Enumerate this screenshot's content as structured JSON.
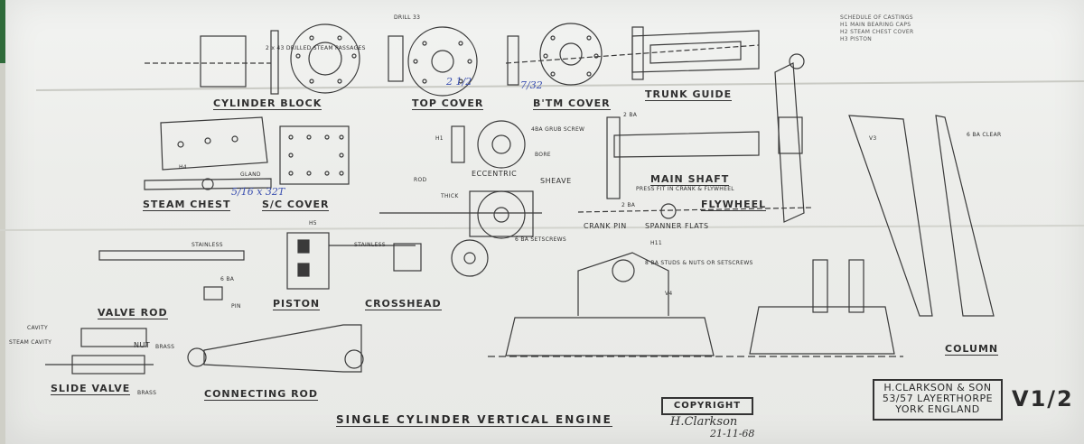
{
  "title_block": {
    "drawing_title": "SINGLE CYLINDER VERTICAL ENGINE",
    "copyright": "COPYRIGHT",
    "maker_line1": "H.CLARKSON & SON",
    "maker_line2": "53/57 LAYERTHORPE",
    "maker_line3": "YORK ENGLAND",
    "sheet_number": "V1/2",
    "signature": "H.Clarkson",
    "date": "21-11-68"
  },
  "schedule": {
    "line1": "SCHEDULE OF CASTINGS",
    "line2": "H1 MAIN BEARING CAPS",
    "line3": "H2 STEAM CHEST COVER",
    "line4": "H3 PISTON"
  },
  "parts": {
    "cylinder_block": "CYLINDER BLOCK",
    "top_cover": "TOP COVER",
    "btm_cover": "B'TM COVER",
    "trunk_guide": "TRUNK GUIDE",
    "steam_chest": "STEAM CHEST",
    "sc_cover": "S/C COVER",
    "eccentric": "ECCENTRIC",
    "sheave": "SHEAVE",
    "main_shaft": "MAIN SHAFT",
    "main_shaft_note": "PRESS FIT IN CRANK & FLYWHEEL",
    "flywheel": "FLYWHEEL",
    "crank_pin": "CRANK PIN",
    "spanner_flats": "SPANNER FLATS",
    "valve_rod": "VALVE ROD",
    "piston": "PISTON",
    "crosshead": "CROSSHEAD",
    "slide_valve": "SLIDE VALVE",
    "slide_valve_material": "BRASS",
    "connecting_rod": "CONNECTING ROD",
    "column": "COLUMN",
    "studs_note": "8 BA STUDS & NUTS OR SETSCREWS",
    "nut": "NUT",
    "nut_material": "BRASS",
    "cavity": "CAVITY",
    "steam_cavity": "STEAM CAVITY",
    "stainless_1": "STAINLESS",
    "stainless_2": "STAINLESS",
    "setscrews": "6 BA SETSCREWS",
    "grub_screw": "4BA GRUB SCREW",
    "rod": "ROD",
    "thick": "THICK",
    "gland": "GLAND",
    "ba6": "6 BA",
    "pin": "PIN",
    "drill_steam": "2 x 43 DRILLED STEAM PASSAGES",
    "drill_33": "DRILL 33",
    "ba2_a": "2 BA",
    "ba2_b": "2 BA",
    "clear": "6 BA CLEAR",
    "bore": "BORE"
  },
  "callouts": {
    "h1": "H1",
    "v3": "V3",
    "v4": "V4",
    "h4": "H4",
    "h11": "H11",
    "h5": "H5"
  },
  "pencil_notes": {
    "note1": "7/32",
    "note2": "5/16 x 32T",
    "note3": "2 1/2"
  }
}
